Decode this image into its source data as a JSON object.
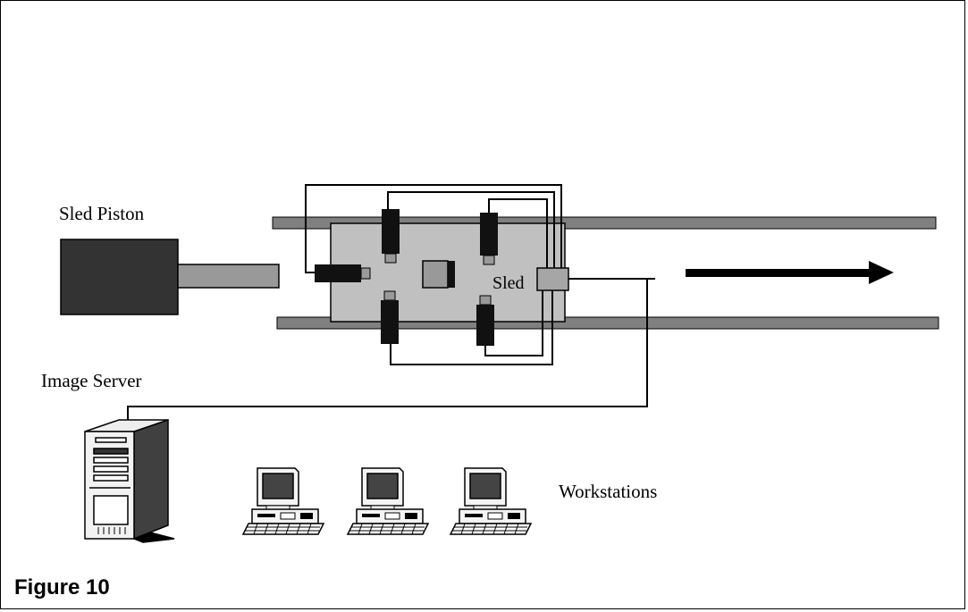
{
  "labels": {
    "sled_piston": "Sled Piston",
    "sled": "Sled",
    "image_server": "Image Server",
    "workstations": "Workstations"
  },
  "caption": "Figure 10",
  "colors": {
    "rail": "#808080",
    "sled_body": "#c0c0c0",
    "piston_body": "#333333",
    "piston_rod": "#999999",
    "camera": "#111111",
    "connector": "#a6a6a6",
    "line": "#000000"
  },
  "icons": {
    "server": "tower-server-icon",
    "workstation": "desktop-computer-icon",
    "arrow": "direction-arrow-icon"
  },
  "workstation_count": 3
}
